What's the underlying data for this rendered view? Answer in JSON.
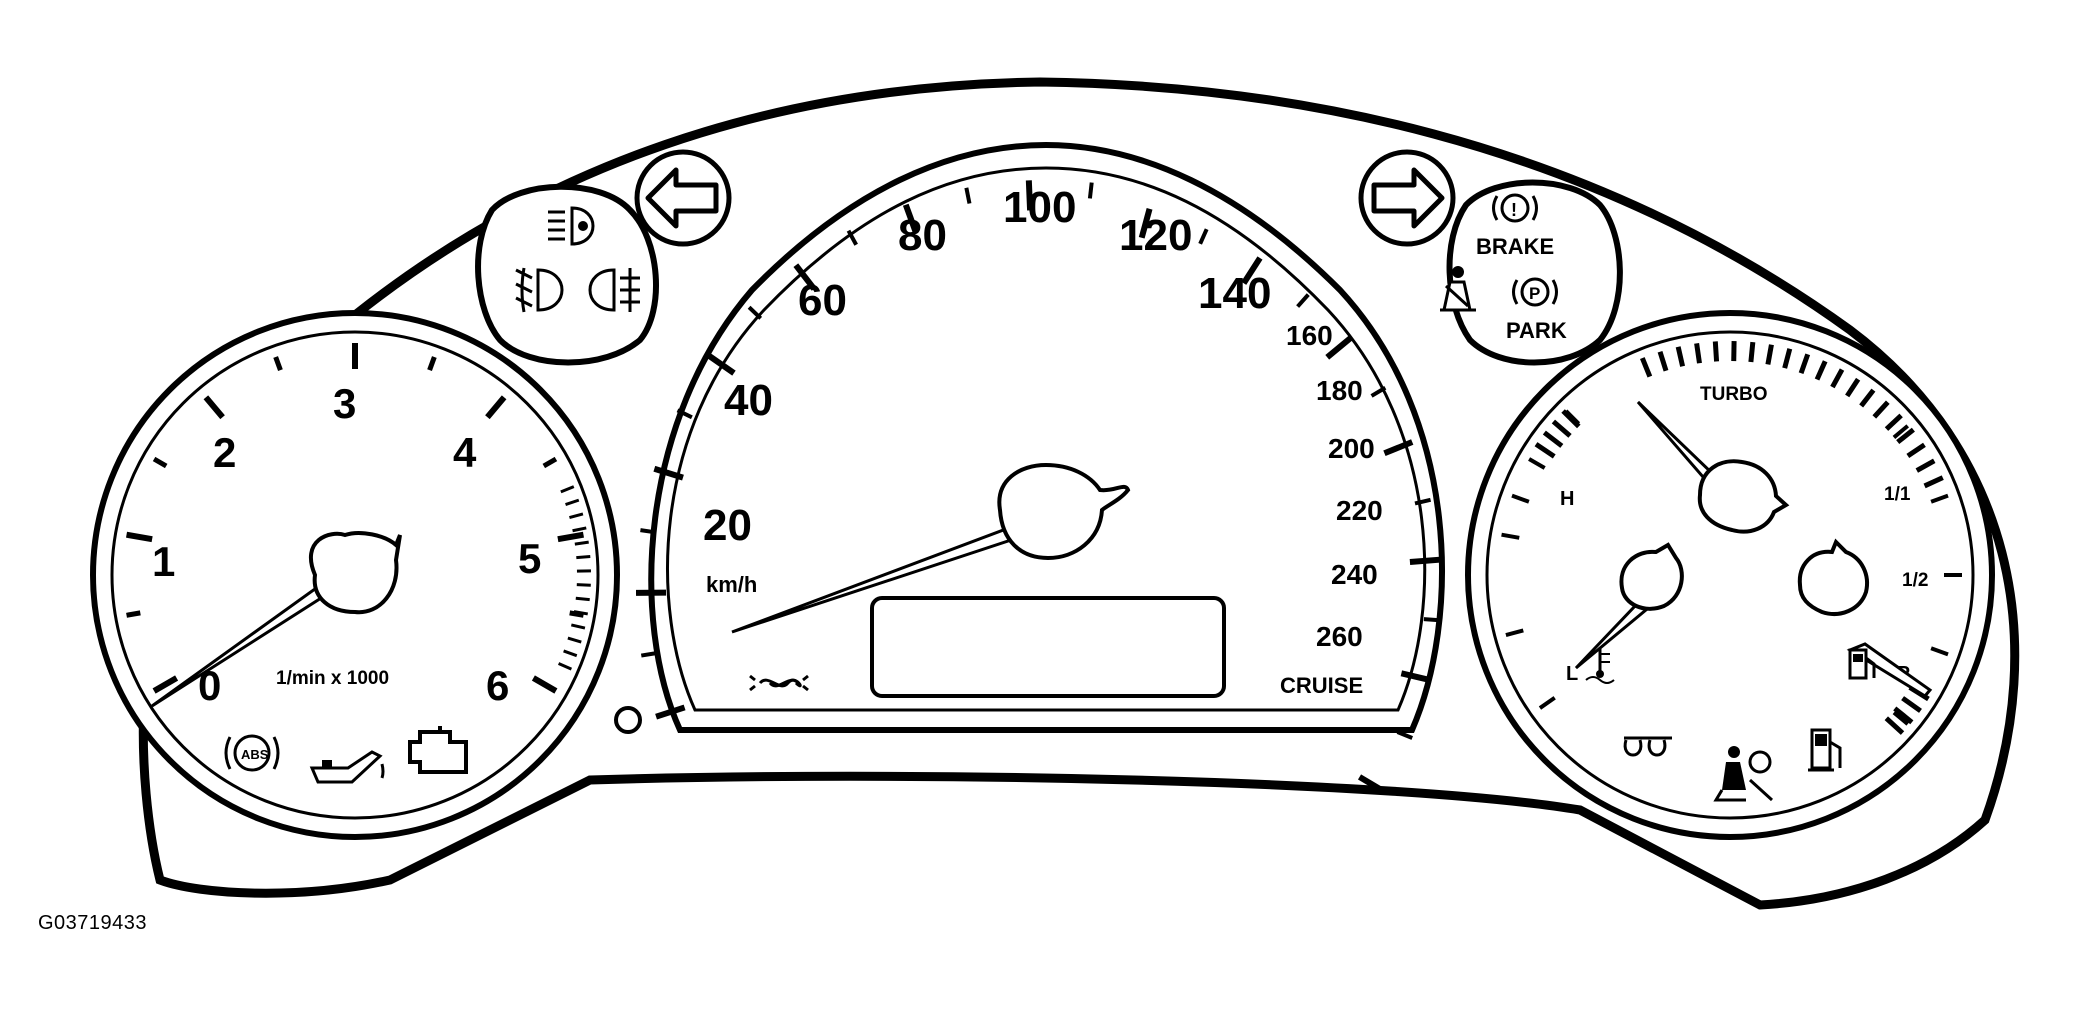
{
  "figure_id": "G03719433",
  "tachometer": {
    "labels": [
      "0",
      "1",
      "2",
      "3",
      "4",
      "5",
      "6"
    ],
    "unit": "1/min x 1000",
    "needle_value": 0,
    "warning_icons": [
      "abs-warning-icon",
      "oil-pressure-icon",
      "check-engine-icon"
    ],
    "abs_text": "ABS"
  },
  "speedometer": {
    "labels_large": [
      "20",
      "40",
      "60",
      "80",
      "100",
      "120",
      "140"
    ],
    "labels_small": [
      "160",
      "180",
      "200",
      "220",
      "240",
      "260"
    ],
    "unit": "km/h",
    "needle_value": 0,
    "cruise_label": "CRUISE",
    "left_indicator": "traction-control-icon"
  },
  "right_gauge": {
    "turbo_label": "TURBO",
    "temp_high": "H",
    "temp_low": "L",
    "fuel_full": "1/1",
    "fuel_half": "1/2",
    "fuel_reserve": "R",
    "icons": [
      "coolant-temp-icon",
      "fuel-pump-icon",
      "glow-indicator-icon",
      "airbag-icon",
      "low-fuel-icon"
    ]
  },
  "lights_cluster": {
    "icons": [
      "high-beam-icon",
      "front-fog-light-icon",
      "rear-fog-light-icon"
    ]
  },
  "brake_cluster": {
    "brake_label": "BRAKE",
    "park_label": "PARK",
    "brake_symbol": "!",
    "park_symbol": "P",
    "icons": [
      "brake-warning-icon",
      "seatbelt-icon",
      "parking-brake-icon"
    ]
  },
  "turn_signals": [
    "left-turn-arrow-icon",
    "right-turn-arrow-icon"
  ],
  "colors": {
    "line": "#000000",
    "background": "#ffffff"
  }
}
